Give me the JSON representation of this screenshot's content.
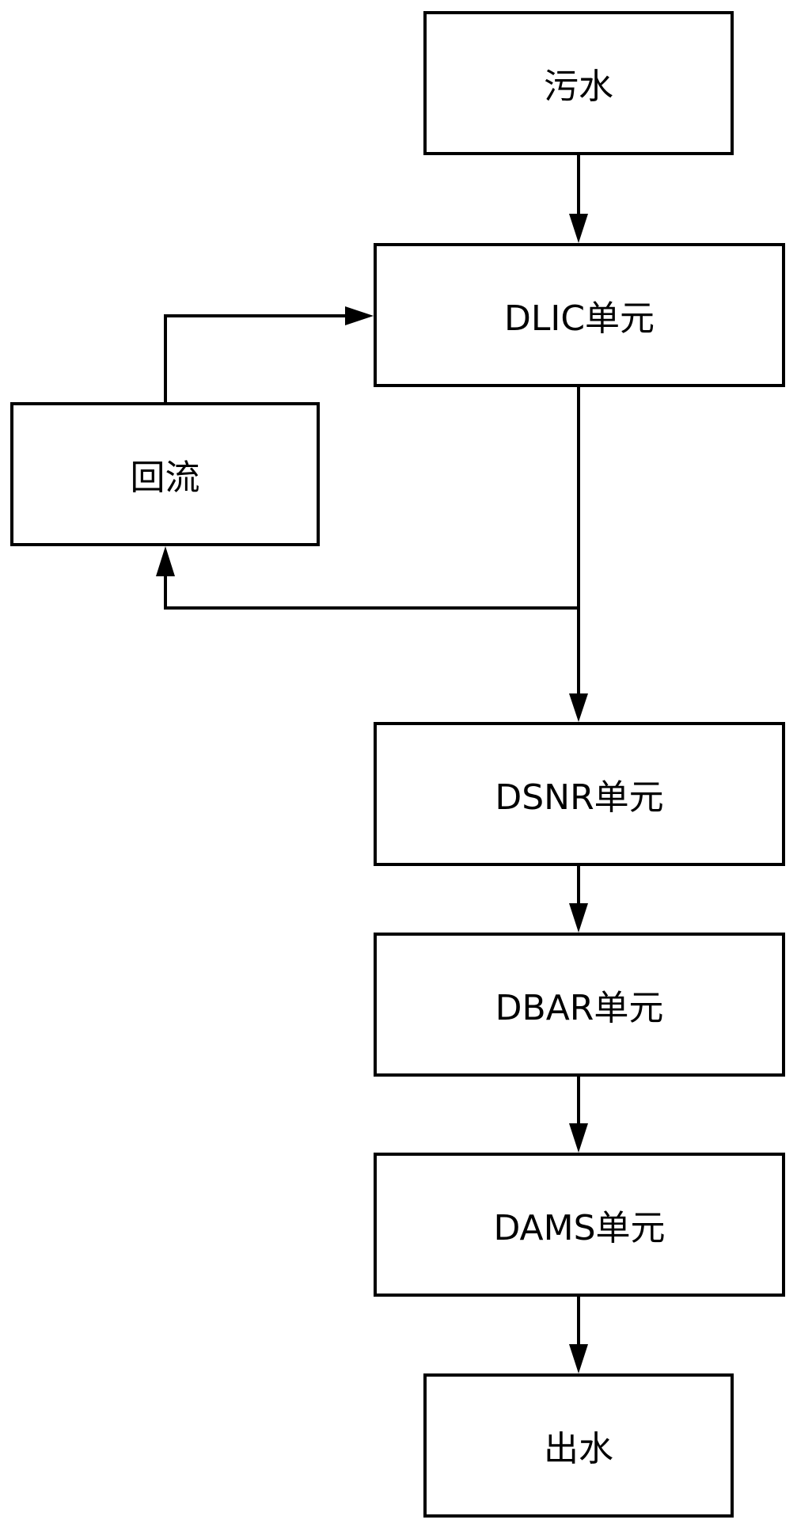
{
  "diagram": {
    "nodes": {
      "sewage": "污水",
      "dlic": "DLIC单元",
      "reflux": "回流",
      "dsnr": "DSNR单元",
      "dbar": "DBAR单元",
      "dams": "DAMS单元",
      "outflow": "出水"
    },
    "edges": [
      {
        "from": "sewage",
        "to": "dlic"
      },
      {
        "from": "dlic",
        "to": "dsnr"
      },
      {
        "from": "dlic",
        "to": "reflux"
      },
      {
        "from": "reflux",
        "to": "dlic"
      },
      {
        "from": "dsnr",
        "to": "dbar"
      },
      {
        "from": "dbar",
        "to": "dams"
      },
      {
        "from": "dams",
        "to": "outflow"
      }
    ]
  }
}
